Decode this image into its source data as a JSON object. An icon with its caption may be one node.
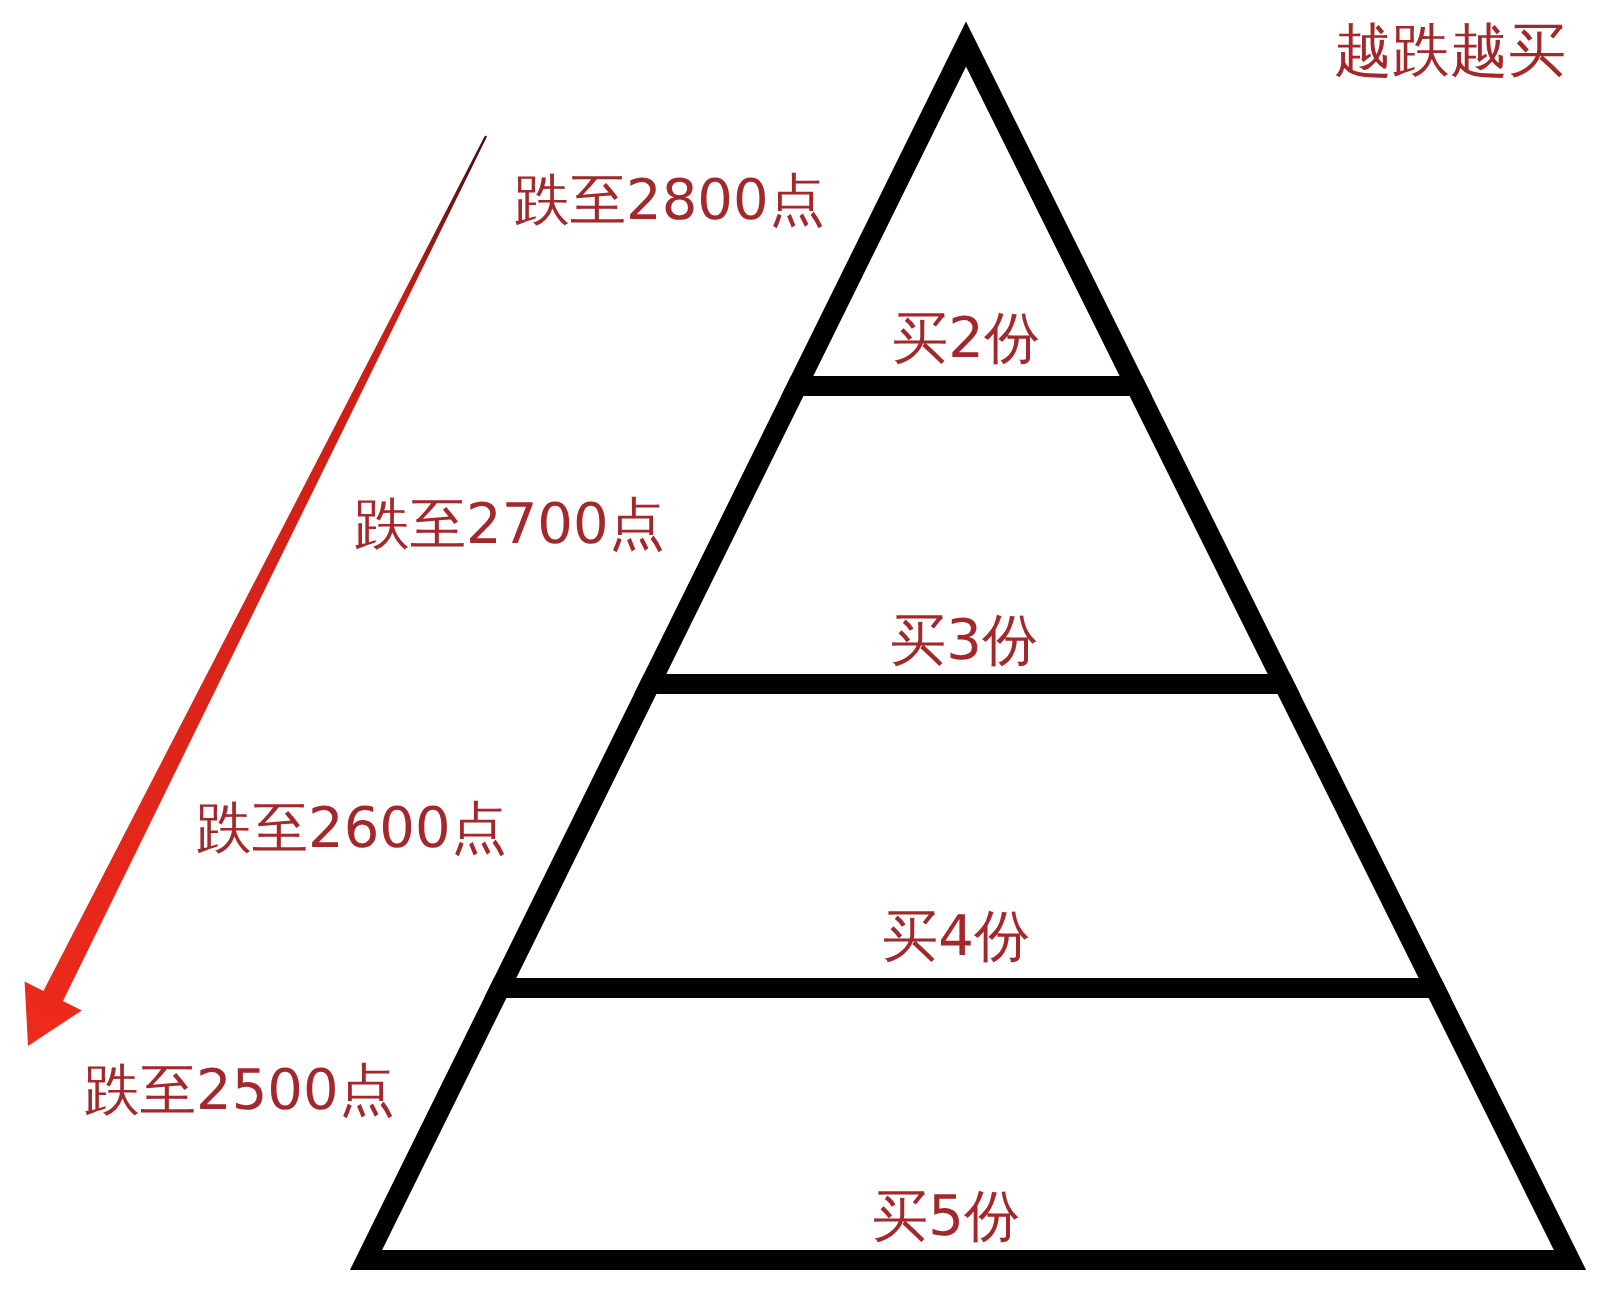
{
  "diagram": {
    "title": "越跌越买",
    "nodes": [
      {
        "text": [
          "买2份"
        ],
        "beside": [
          "跌至2800点"
        ]
      },
      {
        "text": [
          "买3份"
        ],
        "beside": [
          "跌至2700点"
        ]
      },
      {
        "text": [
          "买4份"
        ],
        "beside": [
          "跌至2600点"
        ]
      },
      {
        "text": [
          "买5份"
        ],
        "beside": [
          "跌至2500点"
        ]
      }
    ]
  }
}
